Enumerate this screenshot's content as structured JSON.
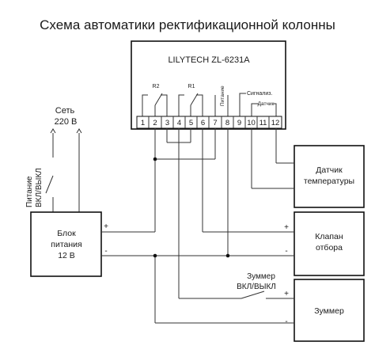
{
  "title": "Схема автоматики ректификационной колонны",
  "controller": {
    "model": "LILYTECH ZL-6231A",
    "relay_r2": "R2",
    "relay_r1": "R1",
    "power_label": "Питание",
    "alarm_label": "Сигнализ.",
    "sensor_label": "Датчик",
    "terminals": [
      "1",
      "2",
      "3",
      "4",
      "5",
      "6",
      "7",
      "8",
      "9",
      "10",
      "11",
      "12"
    ]
  },
  "mains": {
    "line1": "Сеть",
    "line2": "220 В"
  },
  "power_switch": {
    "line1": "Питание",
    "line2": "ВКЛ/ВЫКЛ"
  },
  "power_unit": {
    "line1": "Блок",
    "line2": "питания",
    "line3": "12 В",
    "plus": "+",
    "minus": "-"
  },
  "temp_sensor": {
    "line1": "Датчик",
    "line2": "температуры"
  },
  "valve": {
    "line1": "Клапан",
    "line2": "отбора",
    "plus": "+",
    "minus": "-"
  },
  "buzzer_switch": {
    "line1": "Зуммер",
    "line2": "ВКЛ/ВЫКЛ"
  },
  "buzzer": {
    "label": "Зуммер",
    "plus": "+",
    "minus": "-"
  }
}
